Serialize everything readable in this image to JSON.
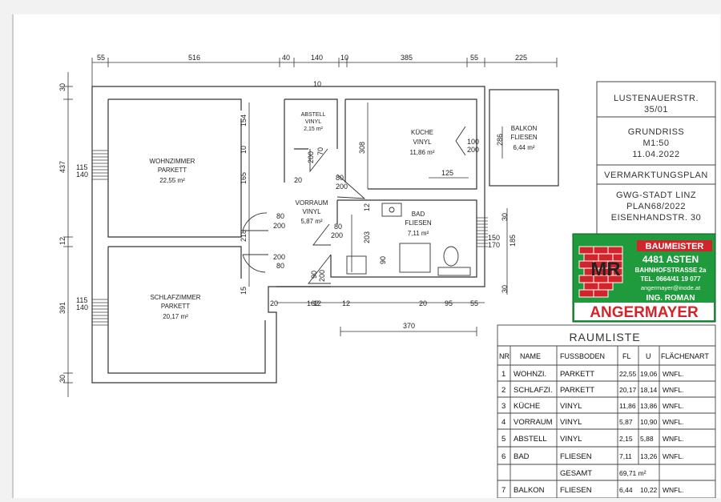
{
  "dims": {
    "top": [
      "55",
      "516",
      "40",
      "140",
      "10",
      "385",
      "55",
      "225"
    ],
    "left": [
      "30",
      "437",
      "12",
      "391",
      "30"
    ],
    "bottom": [
      "20",
      "162",
      "12",
      "20",
      "95",
      "55"
    ],
    "bottom_total": "370",
    "windows": [
      "115",
      "140",
      "115",
      "140",
      "150",
      "170"
    ],
    "inner": [
      "154",
      "10",
      "165",
      "218",
      "15",
      "308",
      "286",
      "125",
      "100",
      "200",
      "200",
      "70",
      "20",
      "80",
      "200",
      "80",
      "200",
      "80",
      "200",
      "200",
      "80",
      "90",
      "200",
      "12",
      "203",
      "90",
      "30",
      "185",
      "30",
      "12",
      "10"
    ]
  },
  "rooms": [
    {
      "name": "WOHNZIMMER",
      "floor": "PARKETT",
      "area": "22,55 m²"
    },
    {
      "name": "SCHLAFZIMMER",
      "floor": "PARKETT",
      "area": "20,17 m²"
    },
    {
      "name": "ABSTELL",
      "floor": "VINYL",
      "area": "2,15 m²"
    },
    {
      "name": "KÜCHE",
      "floor": "VINYL",
      "area": "11,86 m²"
    },
    {
      "name": "VORRAUM",
      "floor": "VINYL",
      "area": "5,87 m²"
    },
    {
      "name": "BAD",
      "floor": "FLIESEN",
      "area": "7,11 m²"
    },
    {
      "name": "BALKON",
      "floor": "FLIESEN",
      "area": "6,44 m²"
    }
  ],
  "titleblock": {
    "address1": "LUSTENAUERSTR.",
    "address2": "35/01",
    "plan_type": "GRUNDRISS",
    "scale": "M1:50",
    "date": "11.04.2022",
    "purpose": "VERMARKTUNGSPLAN",
    "client1": "GWG-STADT LINZ",
    "client2": "PLAN68/2022",
    "client3": "EISENHANDSTR. 30"
  },
  "logo": {
    "title": "BAUMEISTER",
    "line1": "4481 ASTEN",
    "line2": "BAHNHOFSTRASSE 2a",
    "line3": "TEL. 0664/41 19 077",
    "line4": "angermayer@inode.at",
    "line5": "ING. ROMAN",
    "name": "ANGERMAYER",
    "mark": "MR",
    "bg_color": "#1f9a3c",
    "accent_color": "#d0262b"
  },
  "raumliste": {
    "title": "RAUMLISTE",
    "headers": [
      "NR",
      "NAME",
      "FUSSBODEN",
      "FL",
      "U",
      "FLÄCHENART"
    ],
    "rows": [
      [
        "1",
        "WOHNZI.",
        "PARKETT",
        "22,55",
        "19,06",
        "WNFL."
      ],
      [
        "2",
        "SCHLAFZI.",
        "PARKETT",
        "20,17",
        "18,14",
        "WNFL."
      ],
      [
        "3",
        "KÜCHE",
        "VINYL",
        "11,86",
        "13,86",
        "WNFL."
      ],
      [
        "4",
        "VORRAUM",
        "VINYL",
        "5,87",
        "10,90",
        "WNFL."
      ],
      [
        "5",
        "ABSTELL",
        "VINYL",
        "2,15",
        "5,88",
        "WNFL."
      ],
      [
        "6",
        "BAD",
        "FLIESEN",
        "7,11",
        "13,26",
        "WNFL."
      ]
    ],
    "total_label": "GESAMT",
    "total_value": "69,71 m²",
    "extra_row": [
      "7",
      "BALKON",
      "FLIESEN",
      "6,44",
      "10,22",
      "WNFL."
    ]
  }
}
